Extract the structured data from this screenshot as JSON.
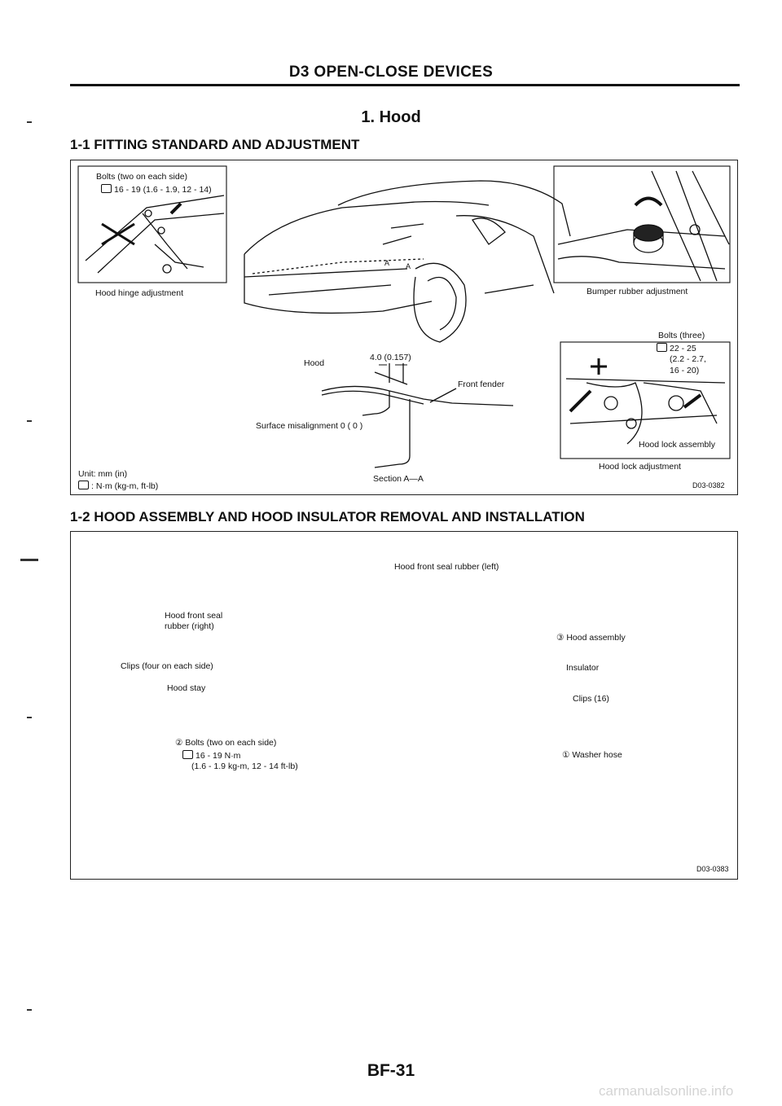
{
  "header": {
    "section_title": "D3 OPEN-CLOSE DEVICES"
  },
  "page_title": "1. Hood",
  "section1": {
    "heading": "1-1 FITTING STANDARD AND ADJUSTMENT",
    "hinge_bolts": "Bolts (two on each side)",
    "hinge_torque": "16 - 19 (1.6 - 1.9, 12 - 14)",
    "hinge_caption": "Hood hinge adjustment",
    "bumper_caption": "Bumper rubber adjustment",
    "lock_bolts": "Bolts (three)",
    "lock_torque_1": "22 - 25",
    "lock_torque_2": "(2.2 - 2.7,",
    "lock_torque_3": "16 - 20)",
    "lock_assembly": "Hood lock assembly",
    "lock_caption": "Hood lock adjustment",
    "hood_label": "Hood",
    "gap_label": "4.0 (0.157)",
    "fender_label": "Front fender",
    "misalign_label": "Surface misalignment 0 ( 0 )",
    "section_label": "Section A—A",
    "unit_label": "Unit: mm (in)",
    "torque_unit": ": N·m (kg-m, ft-lb)",
    "ref_code": "D03-0382",
    "a_mark": "A"
  },
  "section2": {
    "heading": "1-2 HOOD ASSEMBLY AND HOOD INSULATOR REMOVAL AND INSTALLATION",
    "seal_left": "Hood front seal rubber (left)",
    "seal_right_1": "Hood front seal",
    "seal_right_2": "rubber (right)",
    "clips_side": "Clips (four on each side)",
    "hood_stay": "Hood stay",
    "bolts_2": "② Bolts (two on each side)",
    "torque_2a": "16 - 19 N·m",
    "torque_2b": "(1.6 - 1.9 kg-m, 12 - 14 ft-lb)",
    "hood_assembly": "③ Hood assembly",
    "insulator": "Insulator",
    "clips_16": "Clips (16)",
    "washer_hose": "① Washer hose",
    "ref_code": "D03-0383"
  },
  "footer": {
    "page_number": "BF-31"
  },
  "watermark": "carmanualsonline.info"
}
